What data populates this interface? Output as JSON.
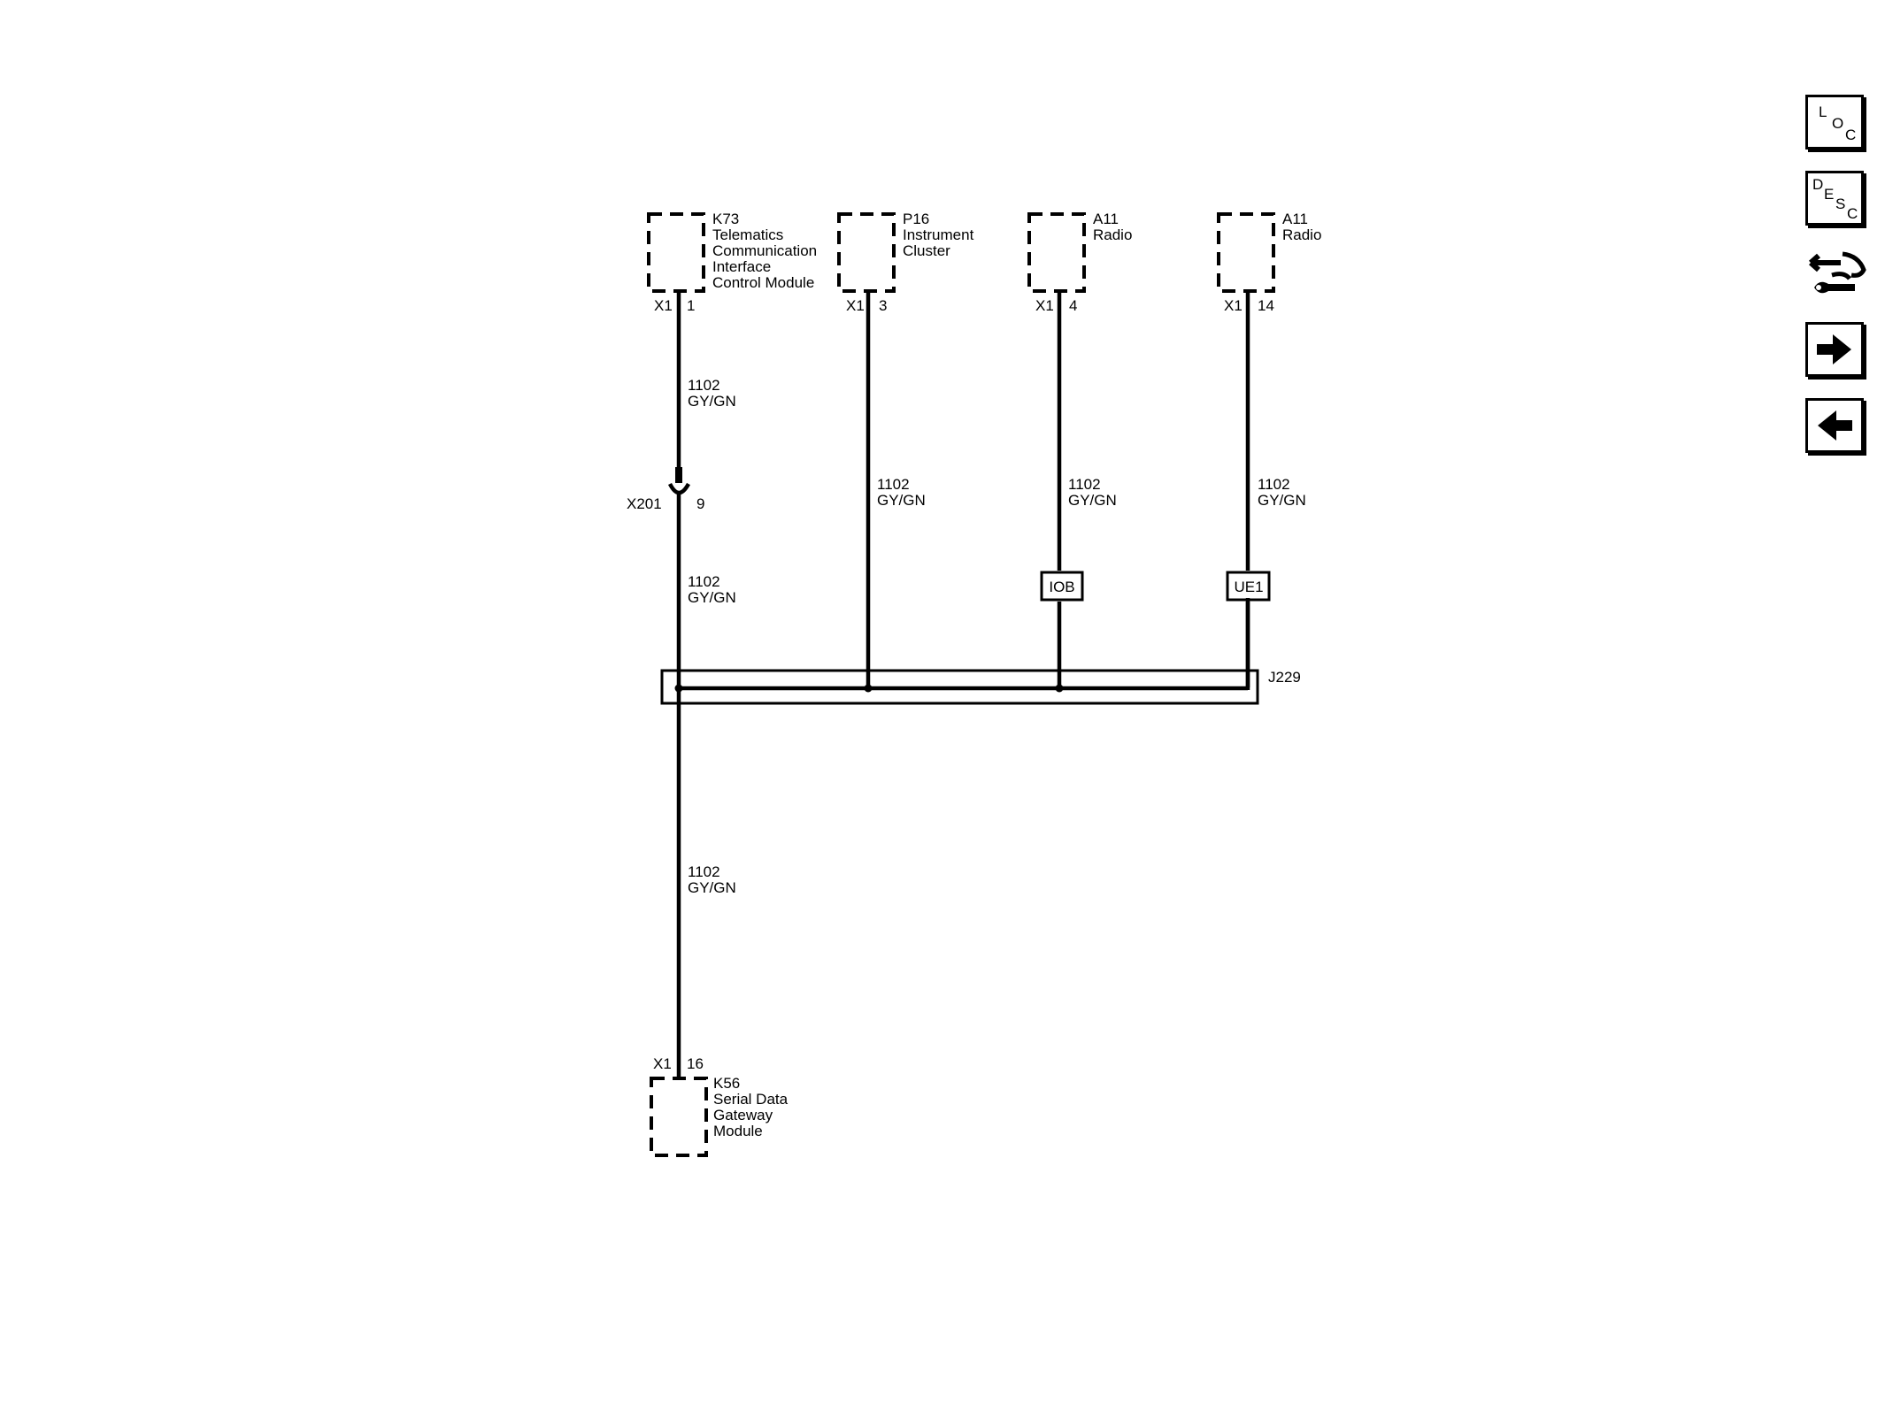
{
  "components": {
    "k73": {
      "ref": "K73",
      "name_lines": [
        "Telematics",
        "Communication",
        "Interface",
        "Control Module"
      ],
      "connector": "X1",
      "pin": "1"
    },
    "p16": {
      "ref": "P16",
      "name_lines": [
        "Instrument",
        "Cluster"
      ],
      "connector": "X1",
      "pin": "3"
    },
    "a11_left": {
      "ref": "A11",
      "name_lines": [
        "Radio"
      ],
      "connector": "X1",
      "pin": "4"
    },
    "a11_right": {
      "ref": "A11",
      "name_lines": [
        "Radio"
      ],
      "connector": "X1",
      "pin": "14"
    },
    "k56": {
      "ref": "K56",
      "name_lines": [
        "Serial Data",
        "Gateway",
        "Module"
      ],
      "connector": "X1",
      "pin": "16"
    }
  },
  "wires": {
    "k73_upper": {
      "circuit": "1102",
      "color": "GY/GN"
    },
    "k73_lower": {
      "circuit": "1102",
      "color": "GY/GN"
    },
    "p16": {
      "circuit": "1102",
      "color": "GY/GN"
    },
    "a11_left": {
      "circuit": "1102",
      "color": "GY/GN"
    },
    "a11_right": {
      "circuit": "1102",
      "color": "GY/GN"
    },
    "k56": {
      "circuit": "1102",
      "color": "GY/GN"
    }
  },
  "inline_connector": {
    "ref": "X201",
    "pin": "9"
  },
  "option_labels": {
    "a11_left": "IOB",
    "a11_right": "UE1"
  },
  "junction_block": {
    "ref": "J229"
  },
  "side_buttons": {
    "loc": {
      "letters": [
        "L",
        "O",
        "C"
      ]
    },
    "desc": {
      "letters": [
        "D",
        "E",
        "S",
        "C"
      ]
    },
    "next": {
      "icon": "arrow-right-icon"
    },
    "prev": {
      "icon": "arrow-left-icon"
    },
    "service": {
      "icon": "service-wrench-icon"
    }
  }
}
